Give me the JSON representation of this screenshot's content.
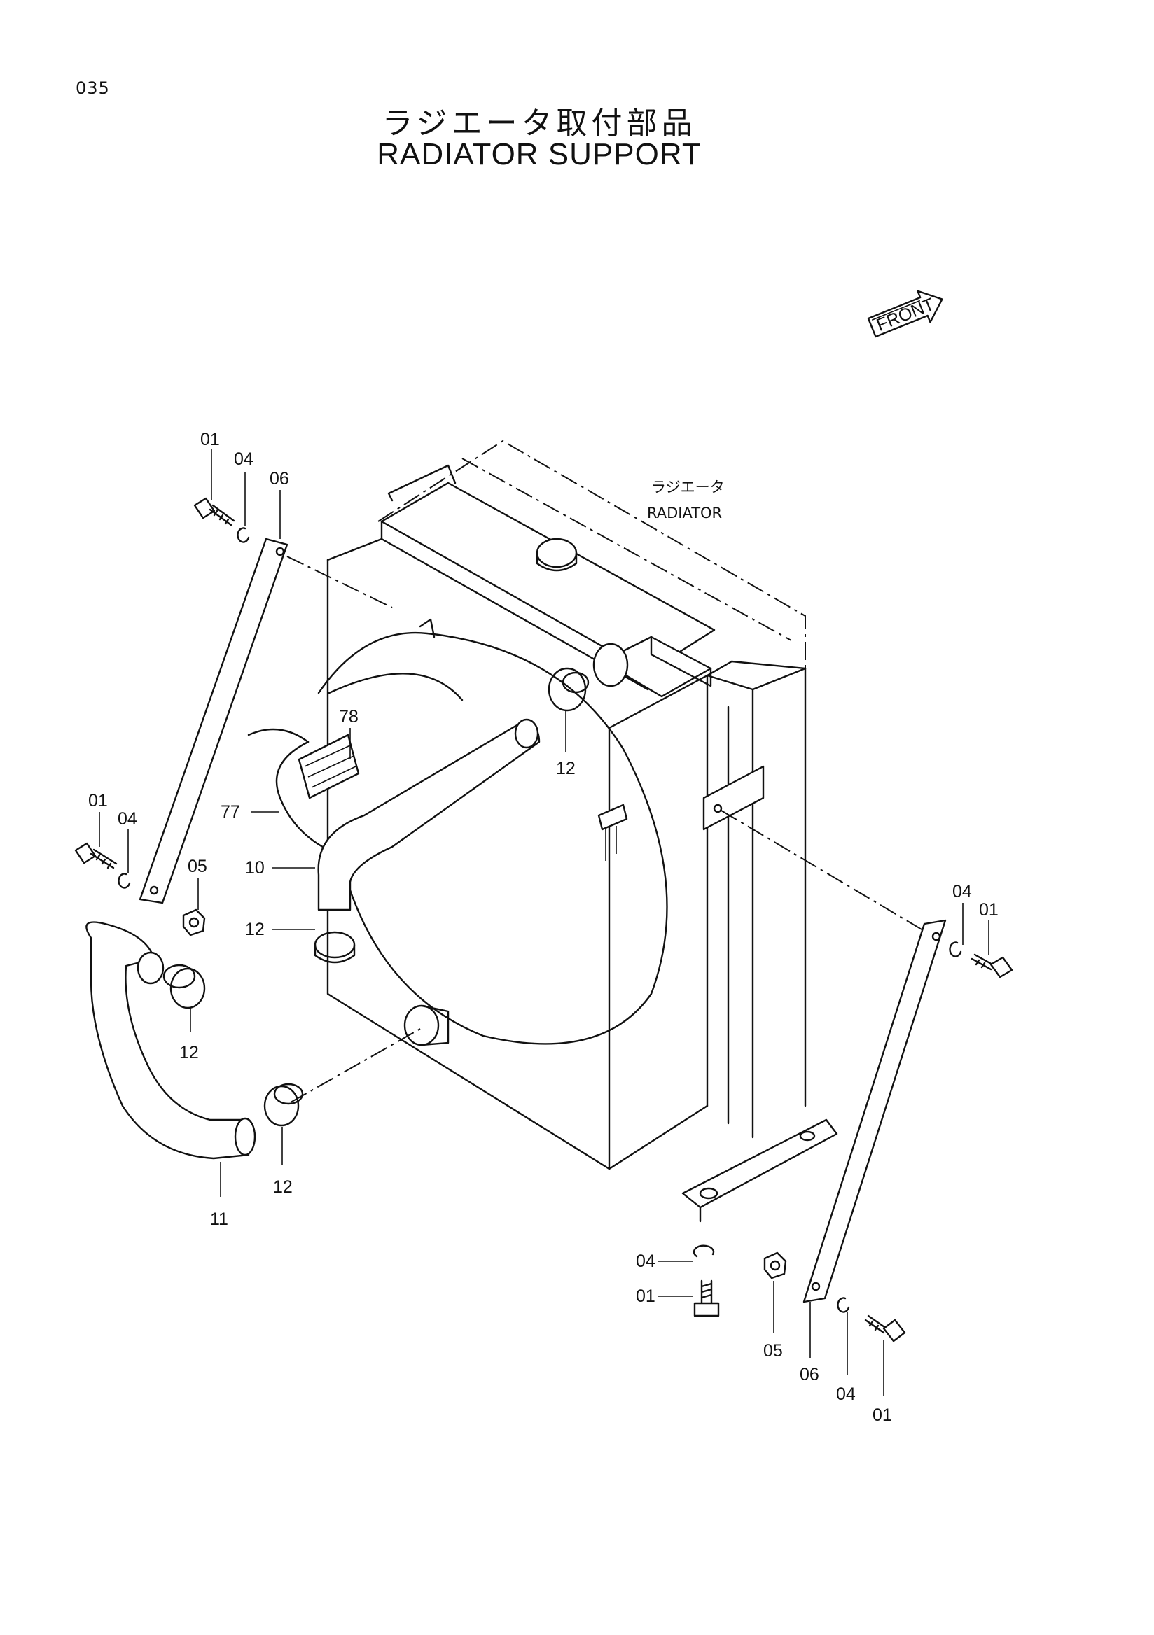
{
  "page": {
    "number": "035"
  },
  "title": {
    "japanese": "ラジエータ取付部品",
    "english": "RADIATOR  SUPPORT"
  },
  "front_marker": {
    "label": "FRONT",
    "icon": "front-arrow-icon"
  },
  "radiator_caption": {
    "japanese": "ラジエータ",
    "english": "RADIATOR"
  },
  "callouts": {
    "c01_a": "01",
    "c04_a": "04",
    "c06_a": "06",
    "c78": "78",
    "c77": "77",
    "c01_b": "01",
    "c04_b": "04",
    "c05_a": "05",
    "c10": "10",
    "c12_a": "12",
    "c12_b": "12",
    "c12_c": "12",
    "c12_d": "12",
    "c11": "11",
    "c04_c": "04",
    "c01_c": "01",
    "c04_d": "04",
    "c01_d": "01",
    "c05_b": "05",
    "c06_b": "06",
    "c04_e": "04",
    "c01_e": "01"
  }
}
